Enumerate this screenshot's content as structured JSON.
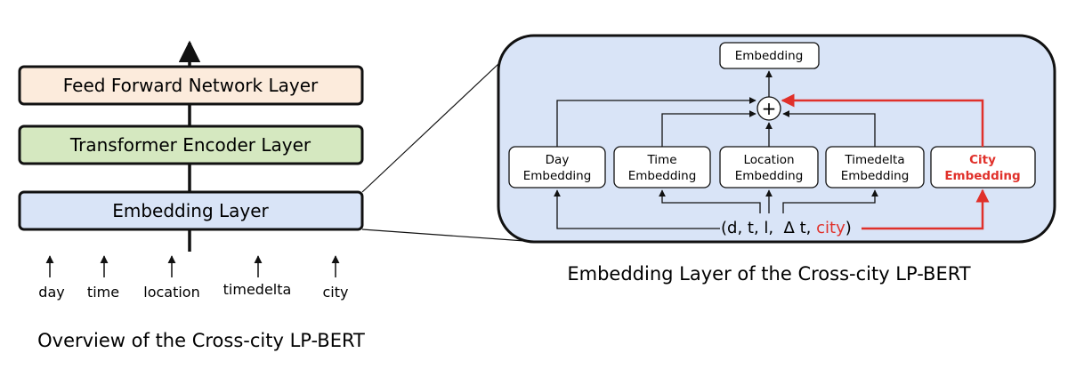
{
  "left": {
    "layers": {
      "ffn": "Feed Forward Network Layer",
      "transformer": "Transformer Encoder Layer",
      "embedding": "Embedding Layer"
    },
    "inputs": [
      "day",
      "time",
      "location",
      "timedelta",
      "city"
    ],
    "caption": "Overview of the Cross-city LP-BERT"
  },
  "right": {
    "output": "Embedding",
    "plus_symbol": "+",
    "embeddings": [
      {
        "line1": "Day",
        "line2": "Embedding"
      },
      {
        "line1": "Time",
        "line2": "Embedding"
      },
      {
        "line1": "Location",
        "line2": "Embedding"
      },
      {
        "line1": "Timedelta",
        "line2": "Embedding"
      },
      {
        "line1": "City",
        "line2": "Embedding"
      }
    ],
    "tuple": {
      "open": "(d, t, l,  Δ t, ",
      "city": "city",
      "close": ")"
    },
    "caption": "Embedding Layer of the Cross-city LP-BERT"
  },
  "colors": {
    "ffn_fill": "#fcebdc",
    "transformer_fill": "#d5e8c0",
    "embedding_fill": "#d9e4f7",
    "panel_fill": "#d9e4f7",
    "highlight": "#e0302a",
    "stroke": "#111111"
  }
}
